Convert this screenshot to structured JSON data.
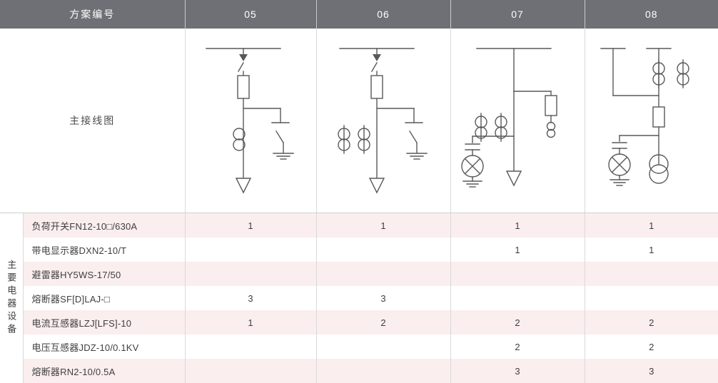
{
  "table": {
    "header": {
      "name_label": "方案编号",
      "columns": [
        "05",
        "06",
        "07",
        "08"
      ]
    },
    "diagram_row": {
      "label": "主接线图"
    },
    "side_label": "主要电器设备",
    "rows": [
      {
        "name": "负荷开关FN12-10□/630A",
        "values": [
          "1",
          "1",
          "1",
          "1"
        ]
      },
      {
        "name": "带电显示器DXN2-10/T",
        "values": [
          "",
          "",
          "1",
          "1"
        ]
      },
      {
        "name": "避雷器HY5WS-17/50",
        "values": [
          "",
          "",
          "",
          ""
        ]
      },
      {
        "name": "熔断器SF[D]LAJ-□",
        "values": [
          "3",
          "3",
          "",
          ""
        ]
      },
      {
        "name": "电流互感器LZJ[LFS]-10",
        "values": [
          "1",
          "2",
          "2",
          "2"
        ]
      },
      {
        "name": "电压互感器JDZ-10/0.1KV",
        "values": [
          "",
          "",
          "2",
          "2"
        ]
      },
      {
        "name": "熔断器RN2-10/0.5A",
        "values": [
          "",
          "",
          "3",
          "3"
        ]
      }
    ]
  },
  "diagrams": {
    "col05": {
      "name": "single-line-diagram-05",
      "elements": [
        "busbar",
        "load-switch",
        "fuse",
        "earthing-switch",
        "current-transformer",
        "cable-outgoing-arrow"
      ]
    },
    "col06": {
      "name": "single-line-diagram-06",
      "elements": [
        "busbar",
        "load-switch",
        "fuse",
        "earthing-switch",
        "current-transformer",
        "current-transformer",
        "cable-outgoing-arrow"
      ]
    },
    "col07": {
      "name": "single-line-diagram-07",
      "elements": [
        "busbar",
        "fuse",
        "potential-transformer-small",
        "current-transformer",
        "current-transformer",
        "arrester",
        "voltage-transformer",
        "earth",
        "cable-outgoing-arrow"
      ]
    },
    "col08": {
      "name": "single-line-diagram-08",
      "elements": [
        "busbar-stub",
        "busbar-stub",
        "current-transformer",
        "current-transformer",
        "fuse",
        "arrester",
        "voltage-transformer",
        "earth",
        "transformer"
      ]
    }
  },
  "colors": {
    "header_bg": "#6e7076",
    "header_text": "#ffffff",
    "row_alt_bg": "#fbeeee",
    "row_bg": "#ffffff",
    "grid_line": "#d9d9d9",
    "diagram_stroke": "#58595b",
    "text": "#3f3f3f"
  }
}
